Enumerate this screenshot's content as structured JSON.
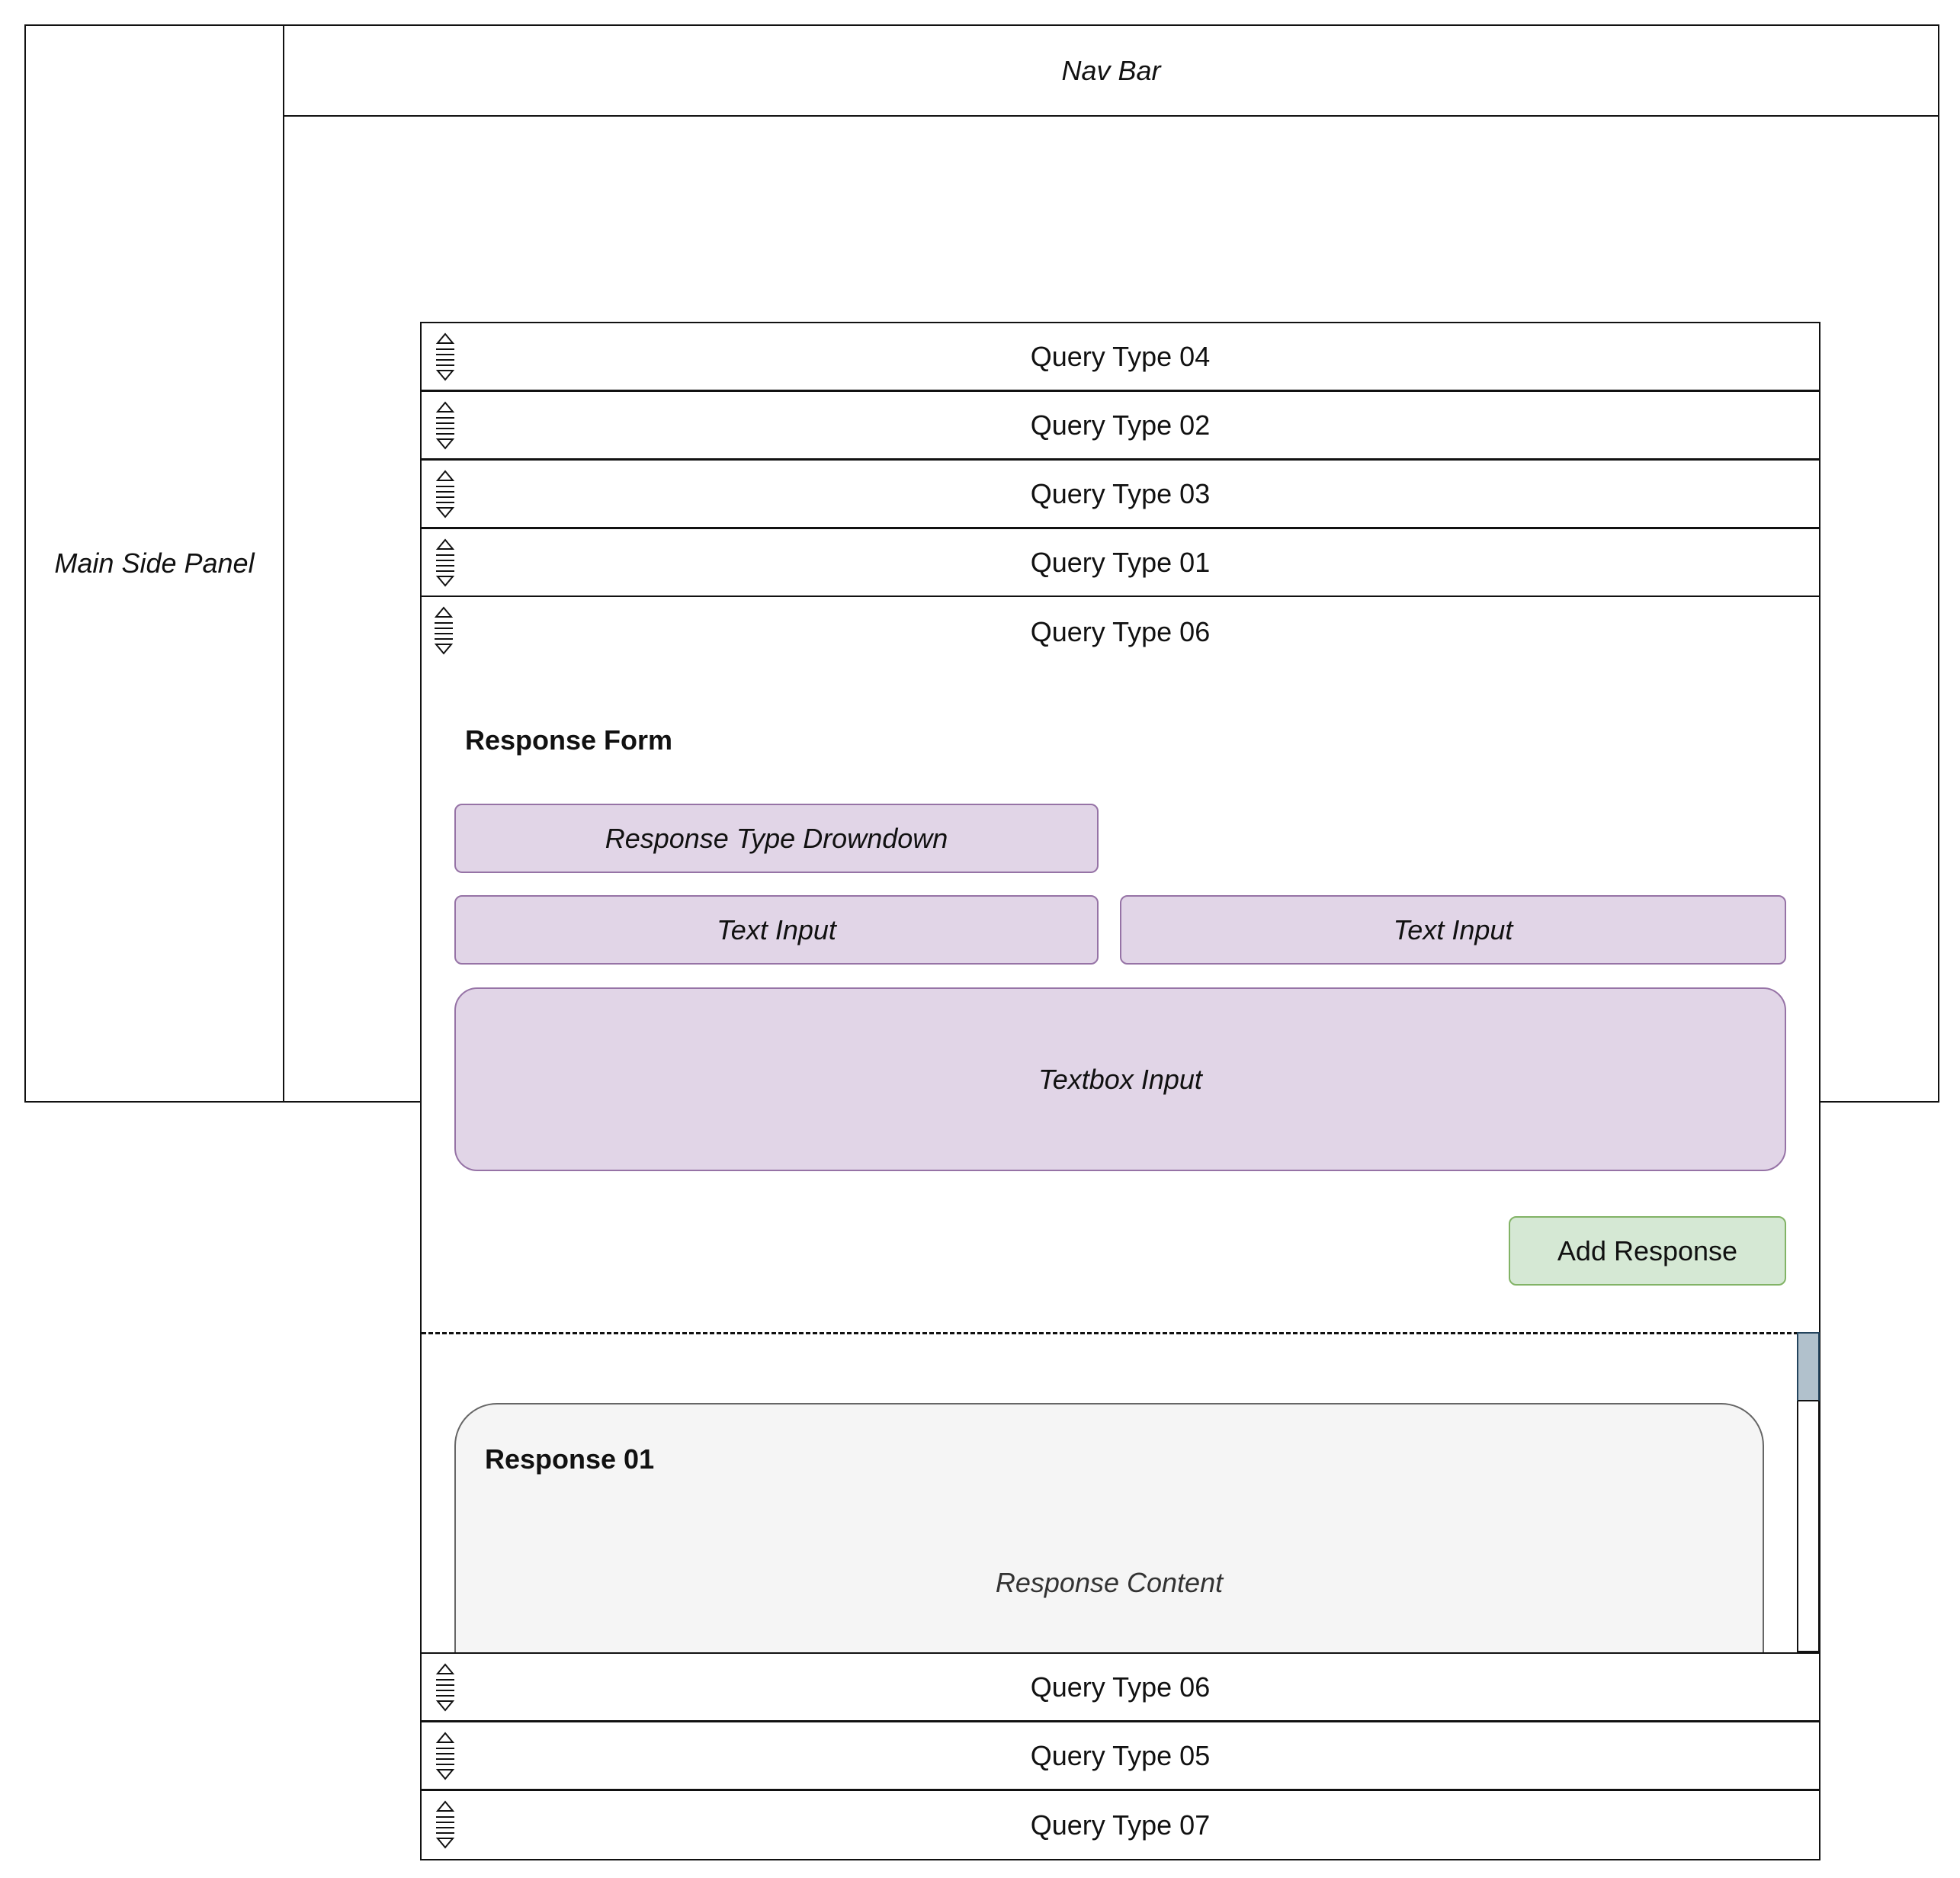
{
  "main_side_panel": {
    "label": "Main Side Panel"
  },
  "nav_bar": {
    "label": "Nav Bar"
  },
  "query_list": {
    "items_top": [
      {
        "label": "Query Type 04"
      },
      {
        "label": "Query Type 02"
      },
      {
        "label": "Query Type 03"
      },
      {
        "label": "Query Type 01"
      }
    ],
    "expanded": {
      "label": "Query Type 06"
    },
    "items_bottom": [
      {
        "label": "Query Type 06"
      },
      {
        "label": "Query Type 05"
      },
      {
        "label": "Query Type 07"
      }
    ]
  },
  "response_form": {
    "title": "Response Form",
    "dropdown_label": "Response Type Drowndown",
    "text_input_1": "Text Input",
    "text_input_2": "Text Input",
    "textbox_label": "Textbox Input",
    "add_button": "Add Response"
  },
  "responses": [
    {
      "title": "Response 01",
      "content": "Response Content"
    }
  ],
  "colors": {
    "form_fill": "#e1d5e7",
    "form_stroke": "#9673a6",
    "button_fill": "#d5e8d4",
    "button_stroke": "#82b366",
    "card_fill": "#f5f5f5",
    "scroll_thumb": "#b1c1cc"
  }
}
